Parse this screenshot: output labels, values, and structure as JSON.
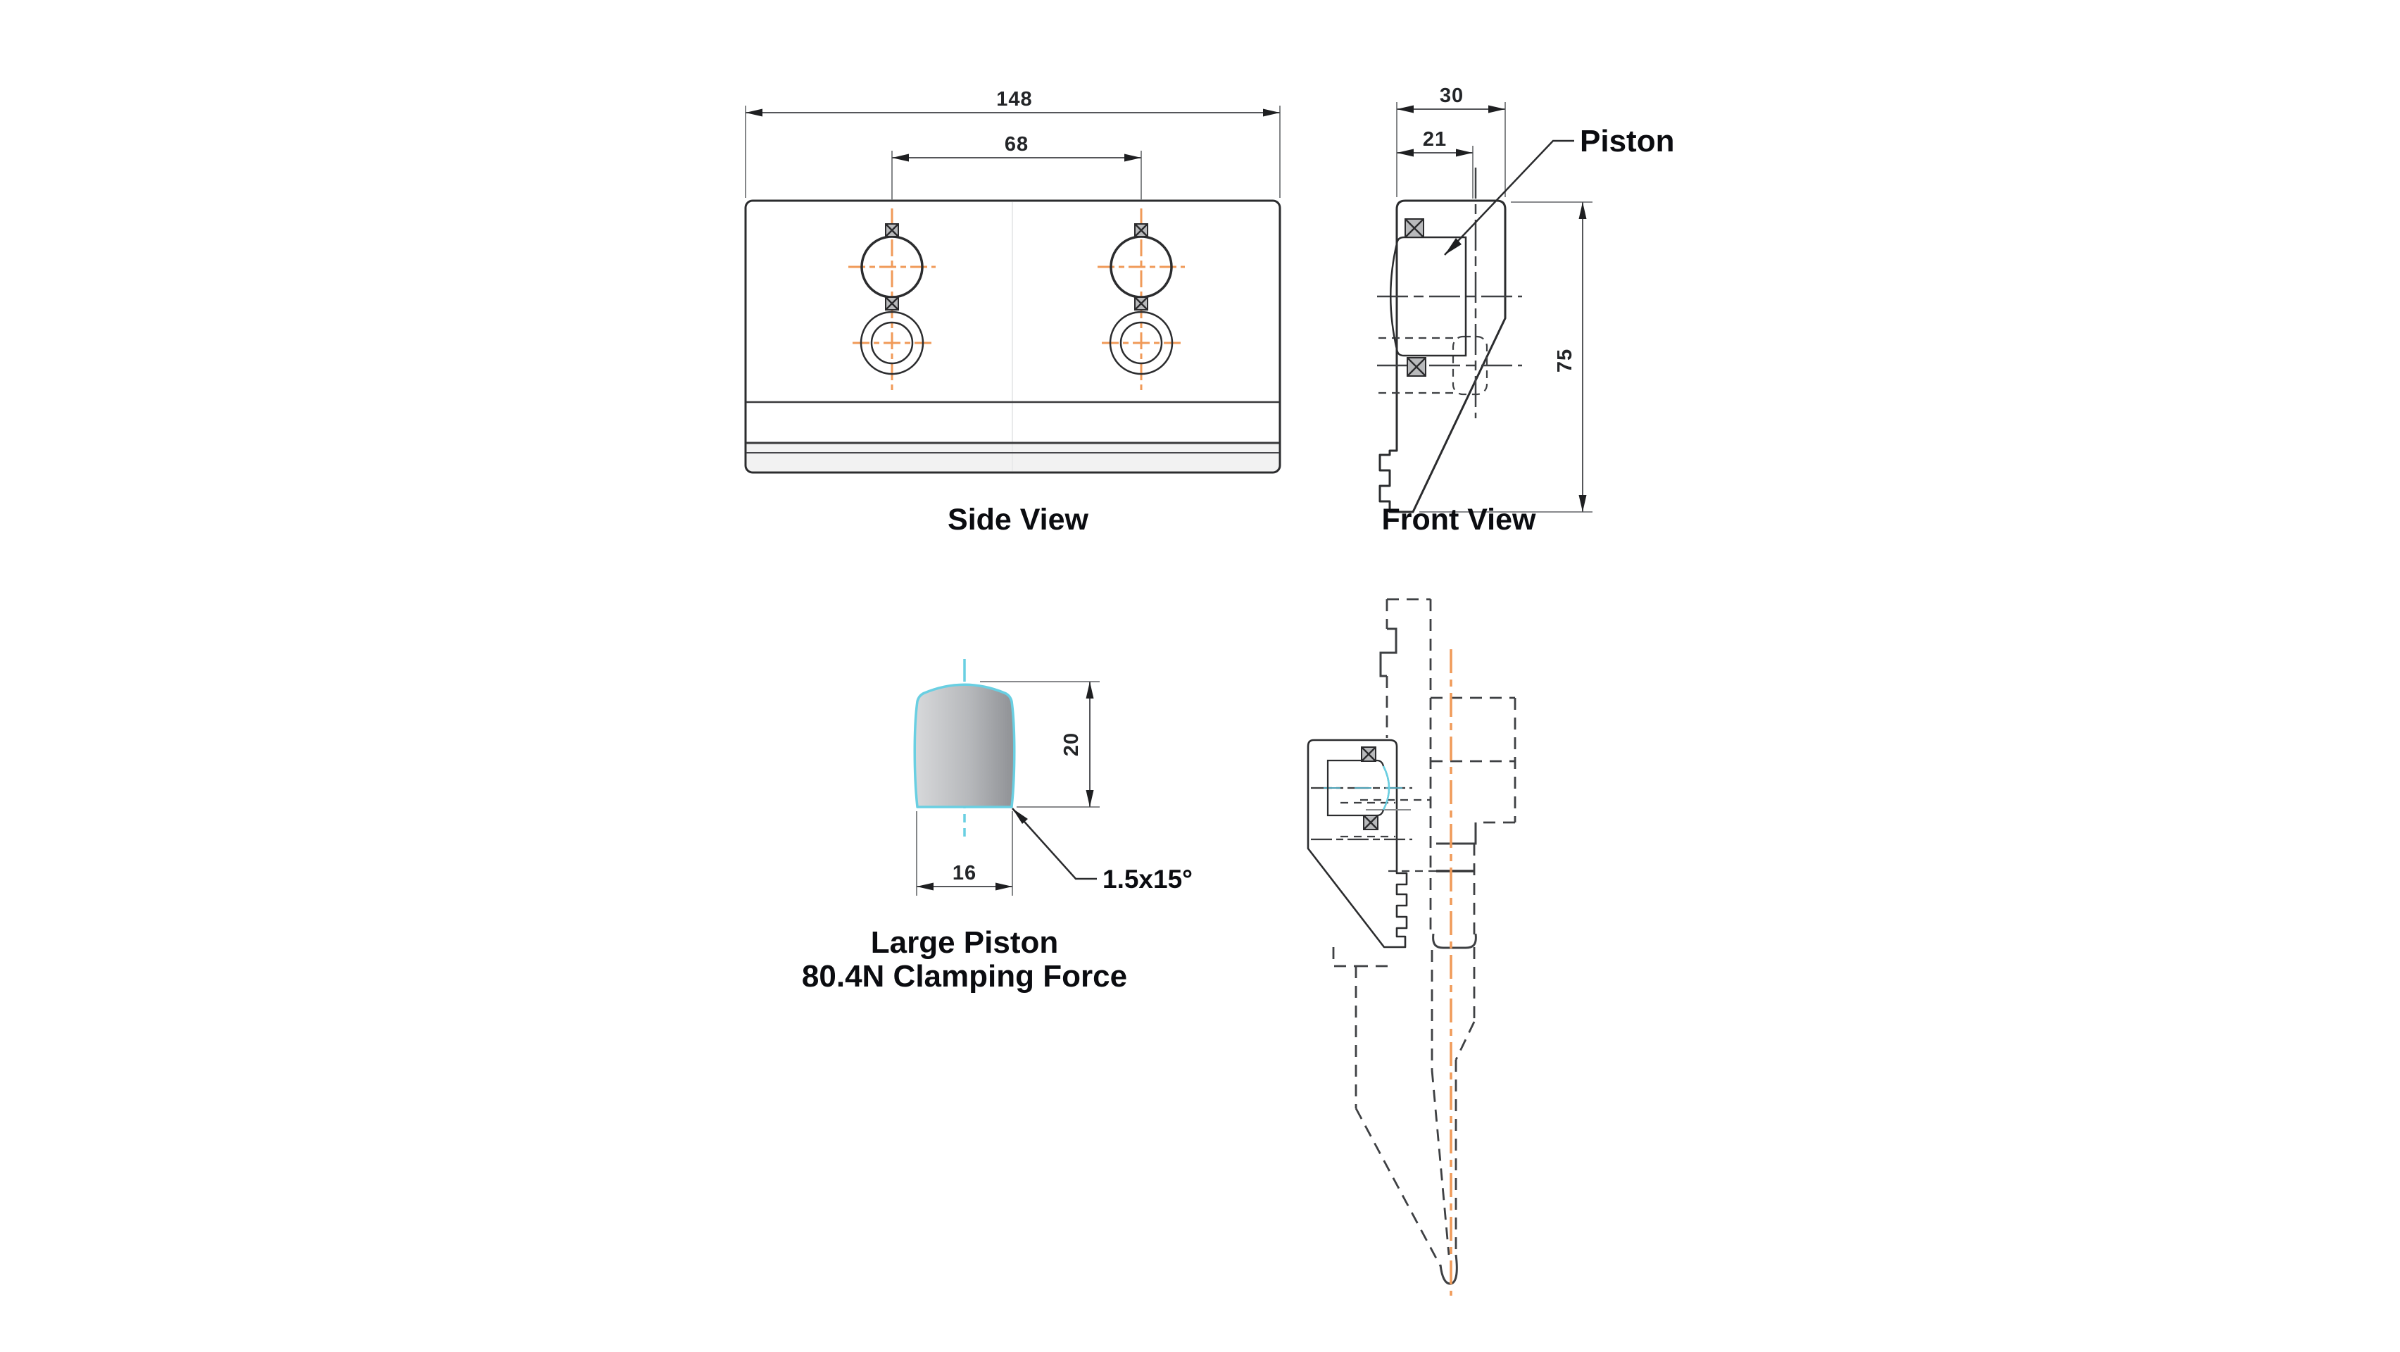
{
  "drawing": {
    "views": {
      "side": {
        "label": "Side View",
        "dims": {
          "overall_width": "148",
          "piston_spacing": "68"
        }
      },
      "front": {
        "label": "Front View",
        "callout": "Piston",
        "dims": {
          "depth": "30",
          "piston_depth": "21",
          "height": "75"
        }
      },
      "piston_detail": {
        "caption_line1": "Large Piston",
        "caption_line2": "80.4N Clamping Force",
        "dims": {
          "height": "20",
          "diameter": "16",
          "chamfer": "1.5x15°"
        }
      }
    },
    "colors": {
      "orange": "#F09A58",
      "cyan": "#69CFE2",
      "dash": "#3E4043",
      "outline": "#2B2C2E",
      "dimline": "#55565A",
      "extline": "#77787B",
      "arrow": "#1E1F21",
      "dimtext": "#232528",
      "textdark": "#0B0C10"
    }
  }
}
